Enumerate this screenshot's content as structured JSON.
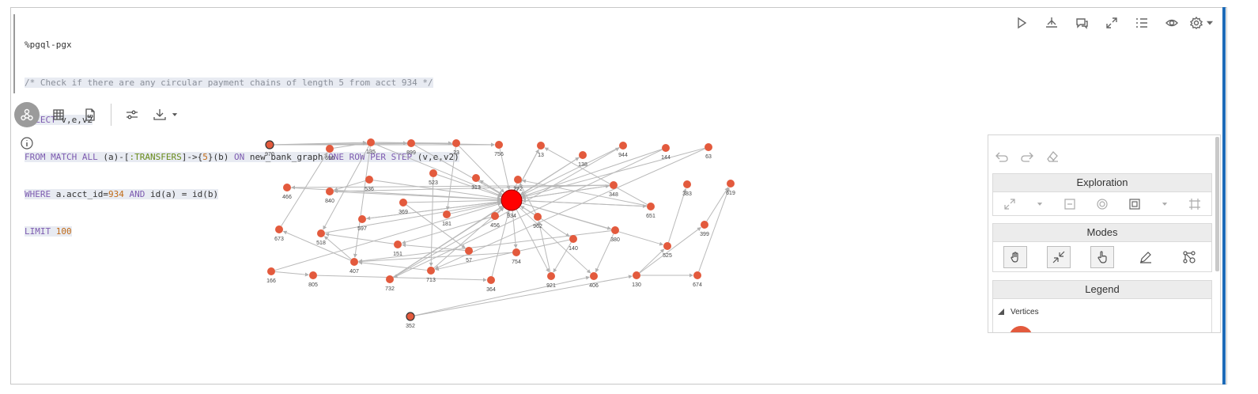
{
  "code": {
    "magic": "%pgql-pgx",
    "comment": "/* Check if there are any circular payment chains of length 5 from acct 934 */",
    "line_select_kw": "SELECT",
    "line_select_rest": " v,e,v2",
    "line_from_kw1": "FROM MATCH ALL",
    "line_from_a": " (a)-[",
    "line_from_type": ":TRANSFERS",
    "line_from_b": "]->{",
    "line_from_num": "5",
    "line_from_c": "}(b) ",
    "line_from_kw2": "ON",
    "line_from_d": " new_bank_graph ",
    "line_from_kw3": "ONE ROW PER STEP",
    "line_from_e": " (v,e,v2)",
    "line_where_kw": "WHERE",
    "line_where_a": " a.acct_id=",
    "line_where_num": "934",
    "line_where_kw2": " AND",
    "line_where_b": " id(a) = id(b)",
    "line_limit_kw": "LIMIT",
    "line_limit_num": " 100"
  },
  "paragraph_toolbar": [
    "run-icon",
    "graph-hierarchy-icon",
    "comments-icon",
    "expand-icon",
    "list-icon",
    "eye-icon",
    "gear-icon"
  ],
  "result_toolbar": [
    "graph-view-icon",
    "table-icon",
    "json-icon",
    "settings-sliders-icon",
    "download-icon"
  ],
  "colors": {
    "vertex": "#e35a3d",
    "highlight_vertex": "#ff0000",
    "edge": "#b9b9b9",
    "accent_bar": "#1e6bb8"
  },
  "graph": {
    "nodes": [
      {
        "id": "970",
        "special": "dark"
      },
      {
        "id": "690"
      },
      {
        "id": "135"
      },
      {
        "id": "899"
      },
      {
        "id": "23"
      },
      {
        "id": "756"
      },
      {
        "id": "13"
      },
      {
        "id": "138"
      },
      {
        "id": "944"
      },
      {
        "id": "144"
      },
      {
        "id": "63"
      },
      {
        "id": "466"
      },
      {
        "id": "840"
      },
      {
        "id": "536"
      },
      {
        "id": "523"
      },
      {
        "id": "313"
      },
      {
        "id": "272"
      },
      {
        "id": "348"
      },
      {
        "id": "383"
      },
      {
        "id": "619"
      },
      {
        "id": "369"
      },
      {
        "id": "181"
      },
      {
        "id": "456"
      },
      {
        "id": "934",
        "special": "big"
      },
      {
        "id": "962"
      },
      {
        "id": "651"
      },
      {
        "id": "673"
      },
      {
        "id": "597"
      },
      {
        "id": "518"
      },
      {
        "id": "151"
      },
      {
        "id": "57"
      },
      {
        "id": "140"
      },
      {
        "id": "380"
      },
      {
        "id": "399"
      },
      {
        "id": "525"
      },
      {
        "id": "407"
      },
      {
        "id": "754"
      },
      {
        "id": "166"
      },
      {
        "id": "805"
      },
      {
        "id": "732"
      },
      {
        "id": "713"
      },
      {
        "id": "364"
      },
      {
        "id": "921"
      },
      {
        "id": "406"
      },
      {
        "id": "130"
      },
      {
        "id": "674"
      },
      {
        "id": "352",
        "special": "dark"
      }
    ]
  },
  "panel": {
    "exploration_title": "Exploration",
    "modes_title": "Modes",
    "legend_title": "Legend",
    "vertices_label": "Vertices"
  }
}
